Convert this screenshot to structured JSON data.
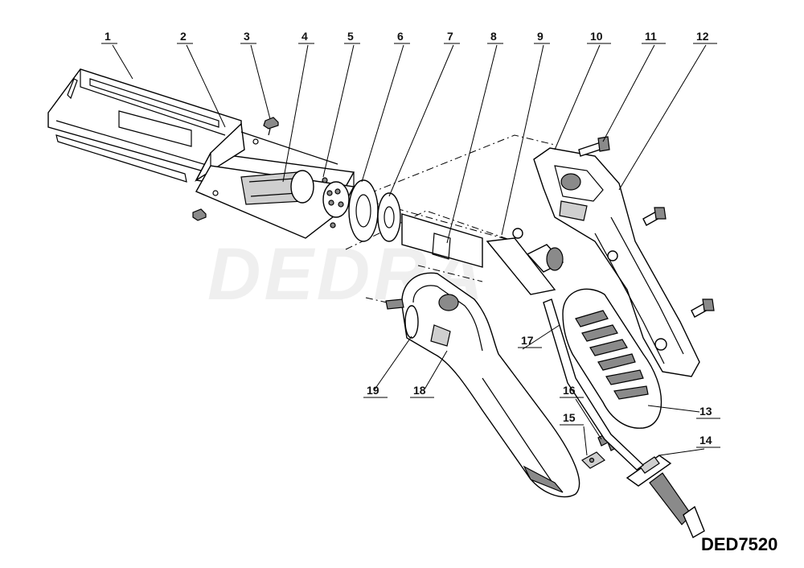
{
  "watermark": "DEDRA",
  "model_code": "DED7520",
  "parts": [
    {
      "n": "1"
    },
    {
      "n": "2"
    },
    {
      "n": "3"
    },
    {
      "n": "4"
    },
    {
      "n": "5"
    },
    {
      "n": "6"
    },
    {
      "n": "7"
    },
    {
      "n": "8"
    },
    {
      "n": "9"
    },
    {
      "n": "10"
    },
    {
      "n": "11"
    },
    {
      "n": "12"
    },
    {
      "n": "13"
    },
    {
      "n": "14"
    },
    {
      "n": "15"
    },
    {
      "n": "16"
    },
    {
      "n": "17"
    },
    {
      "n": "18"
    },
    {
      "n": "19"
    }
  ]
}
